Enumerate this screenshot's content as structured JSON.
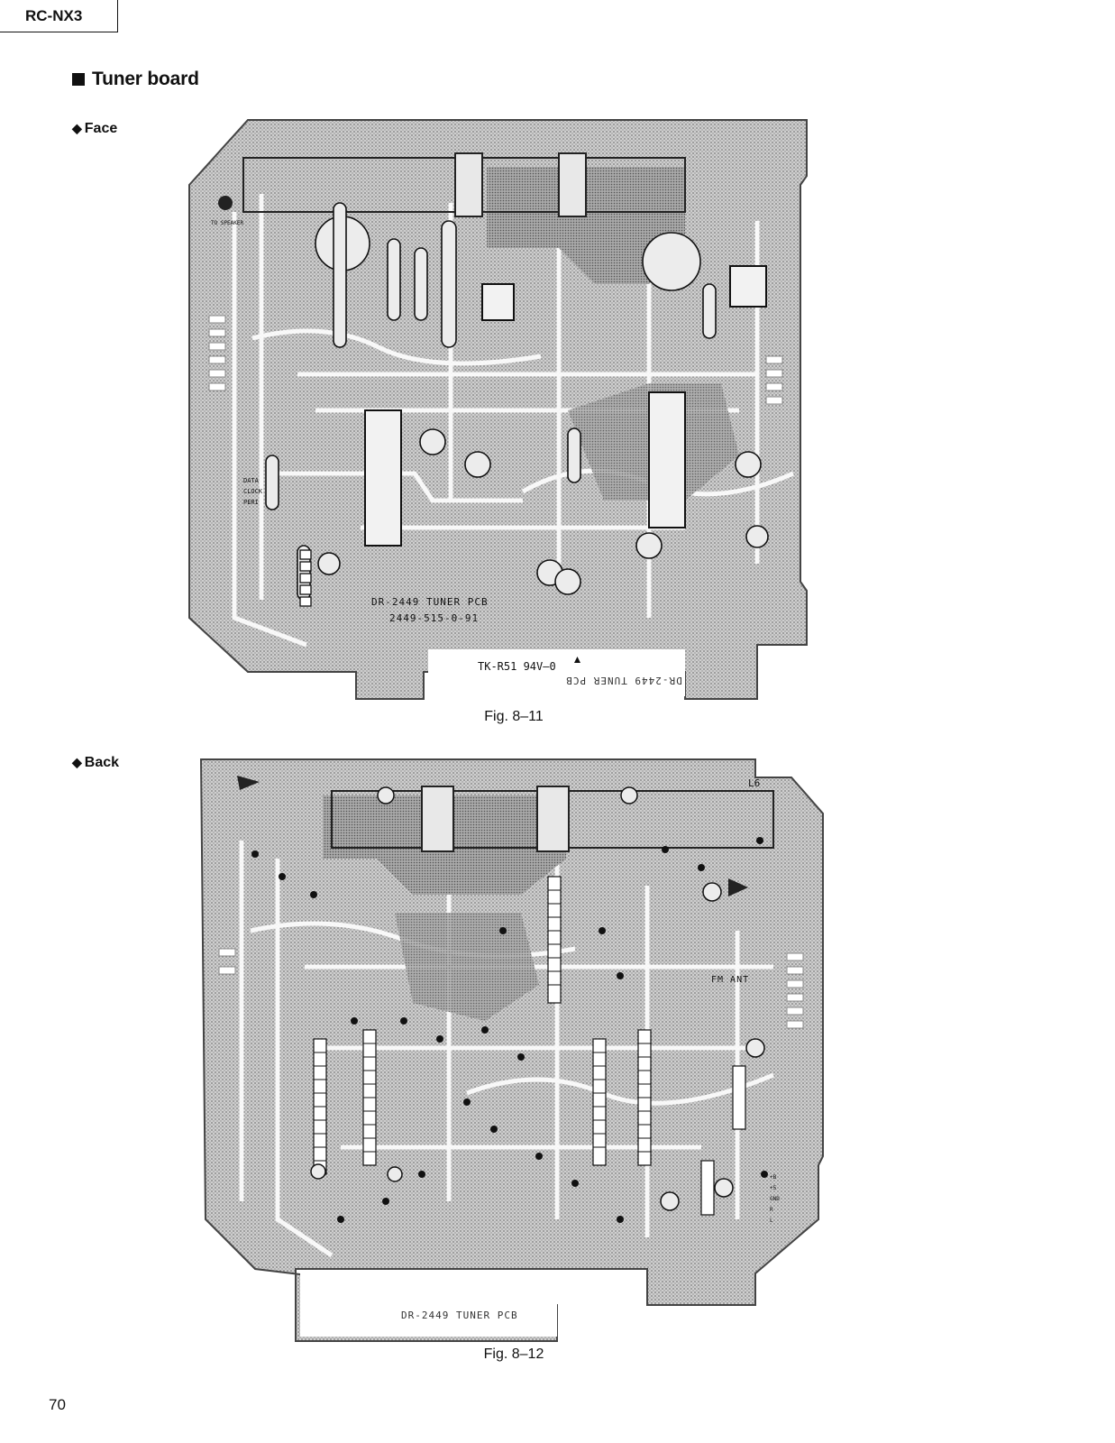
{
  "header": {
    "model": "RC-NX3"
  },
  "section": {
    "title": "Tuner board"
  },
  "face": {
    "label": "Face",
    "figure": "Fig. 8–11",
    "board_text_1": "DR-2449 TUNER PCB",
    "board_text_2": "2449-515-0-91",
    "marking": "TK-R51 94V–0",
    "mirrored_text": "DR-2449 TUNER PCB",
    "speaker_label": "TO SPEAKER",
    "pin_labels": [
      "DATA",
      "CLOCK",
      "PERI"
    ]
  },
  "back": {
    "label": "Back",
    "figure": "Fig. 8–12",
    "board_text": "DR-2449 TUNER PCB",
    "coil_label": "L6",
    "antenna_label": "FM ANT",
    "connector_labels": [
      "+B",
      "+5",
      "GND",
      "R",
      "L"
    ]
  },
  "page": {
    "number": "70"
  }
}
